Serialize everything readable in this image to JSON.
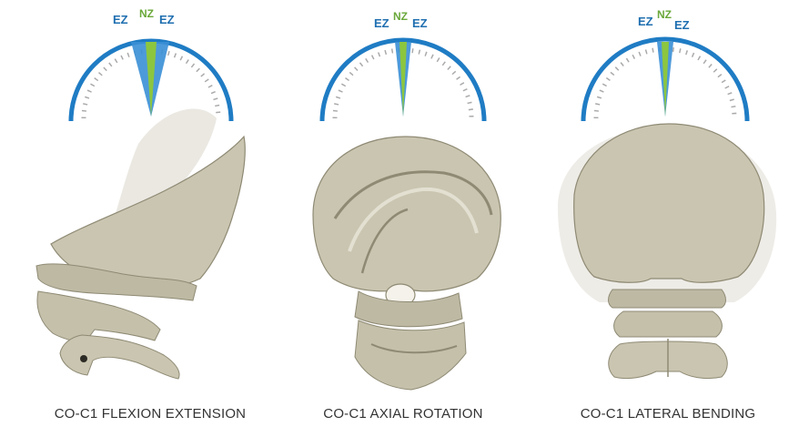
{
  "colors": {
    "arc_blue": "#1f7cc4",
    "elastic_zone": "#3a8fd6",
    "neutral_zone": "#8cc63f",
    "bone": "#c9c5b0",
    "bone_dark": "#8f8a74",
    "tick": "#aaaaaa"
  },
  "zone_labels": {
    "ez": "EZ",
    "nz": "NZ"
  },
  "panels": [
    {
      "caption": "CO-C1 FLEXION EXTENSION",
      "elastic_zone_deg": 10,
      "neutral_zone_deg": 3,
      "view": "lateral"
    },
    {
      "caption": "CO-C1 AXIAL ROTATION",
      "elastic_zone_deg": 4,
      "neutral_zone_deg": 2,
      "view": "oblique"
    },
    {
      "caption": "CO-C1 LATERAL BENDING",
      "elastic_zone_deg": 4,
      "neutral_zone_deg": 2,
      "view": "anterior"
    }
  ]
}
